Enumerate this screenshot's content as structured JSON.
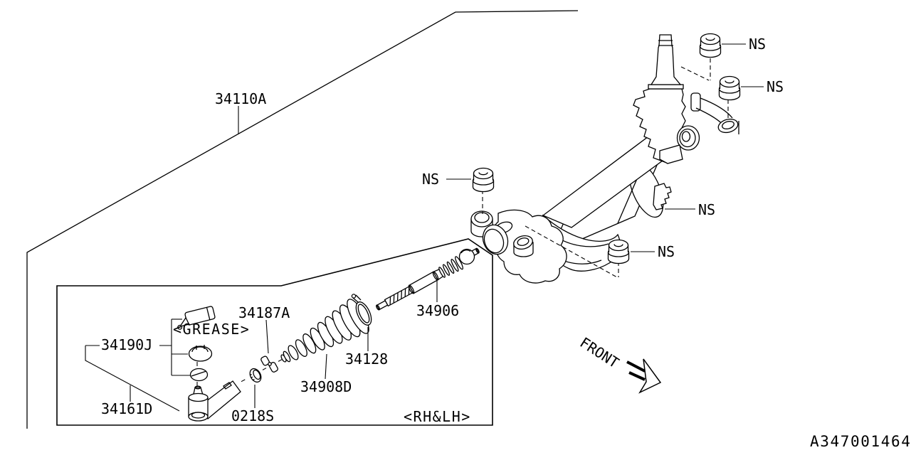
{
  "background": "#ffffff",
  "line_color": "#000000",
  "shared": {
    "ns_label": "NS",
    "side_label": "<RH&LH>",
    "grease_label": "<GREASE>"
  },
  "orientation": {
    "front_label": "FRONT"
  },
  "footer": {
    "drawing_code": "A347001464"
  },
  "parts": {
    "gear_box_assembly": "34110A",
    "boot_clip": "34187A",
    "tie_rod_kit": "34190J",
    "tie_rod_end": "34161D",
    "lock_nut": "0218S",
    "boot": "34908D",
    "boot_clamp": "34128",
    "inner_tie_rod": "34906"
  }
}
